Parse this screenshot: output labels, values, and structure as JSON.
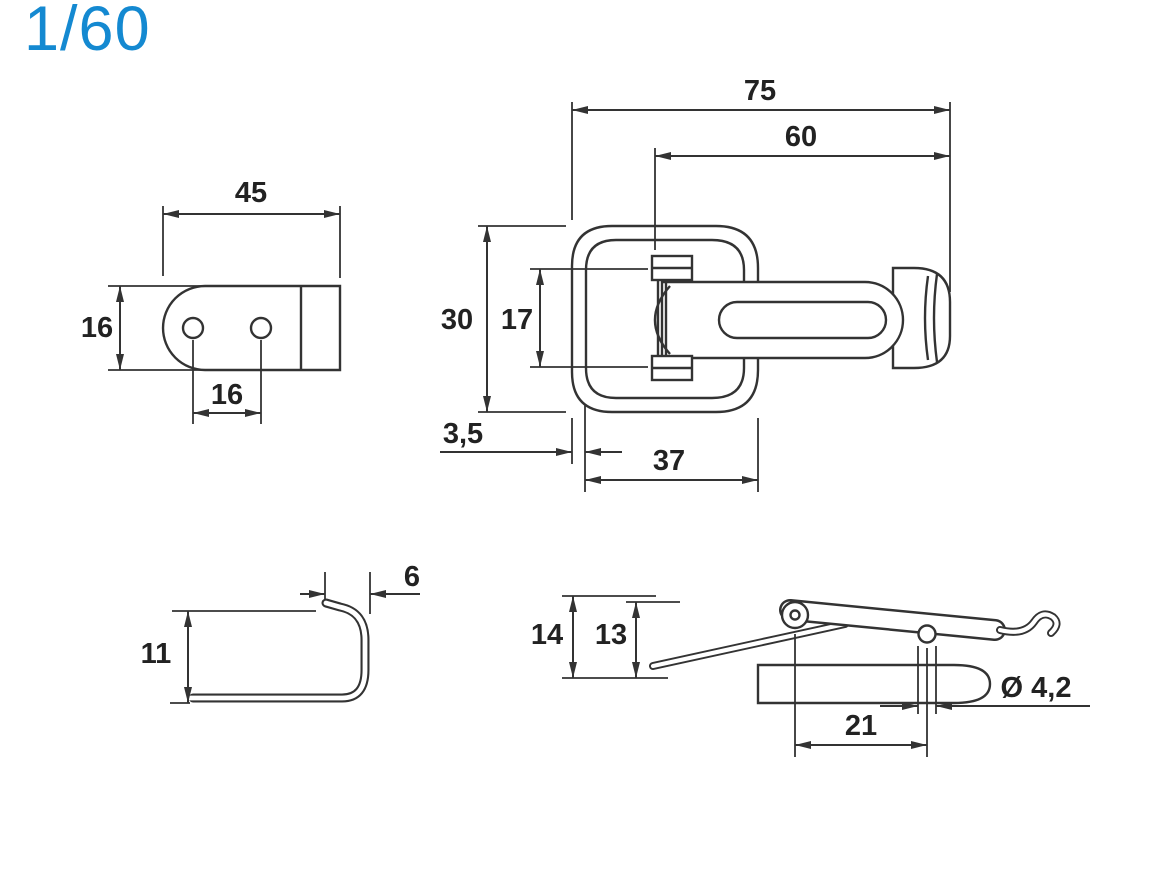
{
  "theme": {
    "accent": "#1489d1",
    "line": "#333333",
    "background": "#ffffff"
  },
  "page": {
    "indicator": "1/60"
  },
  "drawing": {
    "views": {
      "keeper_plate_top": {
        "dims": {
          "length": "45",
          "width": "16",
          "hole_spacing": "16"
        }
      },
      "latch_top": {
        "dims": {
          "overall_length": "75",
          "hasp_length": "60",
          "outer_width": "30",
          "inner_width": "17",
          "edge_offset": "3,5",
          "frame_length": "37"
        }
      },
      "hook_plate_side": {
        "dims": {
          "tip_length": "6",
          "hook_height": "11"
        }
      },
      "latch_side": {
        "dims": {
          "overall_height": "14",
          "lever_height": "13",
          "hole_spacing": "21",
          "hole_diameter": "Ø 4,2"
        }
      }
    }
  }
}
